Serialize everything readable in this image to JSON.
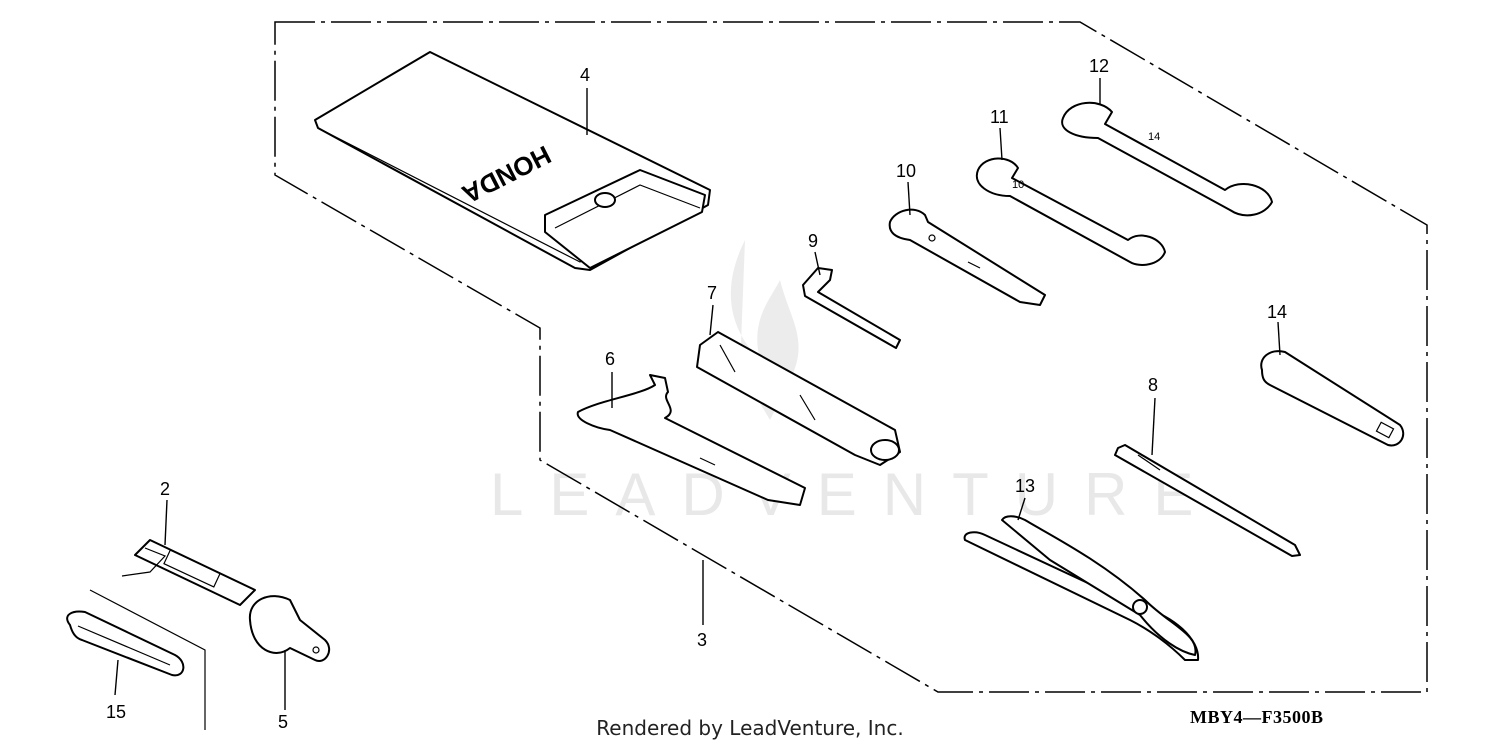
{
  "parts": [
    {
      "id": "part-2",
      "label": "2"
    },
    {
      "id": "part-3",
      "label": "3"
    },
    {
      "id": "part-4",
      "label": "4"
    },
    {
      "id": "part-5",
      "label": "5"
    },
    {
      "id": "part-6",
      "label": "6"
    },
    {
      "id": "part-7",
      "label": "7"
    },
    {
      "id": "part-8",
      "label": "8"
    },
    {
      "id": "part-9",
      "label": "9"
    },
    {
      "id": "part-10",
      "label": "10"
    },
    {
      "id": "part-11",
      "label": "11"
    },
    {
      "id": "part-12",
      "label": "12"
    },
    {
      "id": "part-13",
      "label": "13"
    },
    {
      "id": "part-14",
      "label": "14"
    },
    {
      "id": "part-15",
      "label": "15"
    }
  ],
  "pouch_brand": "HONDA",
  "watermark": "LEADVENTURE",
  "credit": "Rendered by LeadVenture, Inc.",
  "diagram_code": "MBY4—F3500B"
}
